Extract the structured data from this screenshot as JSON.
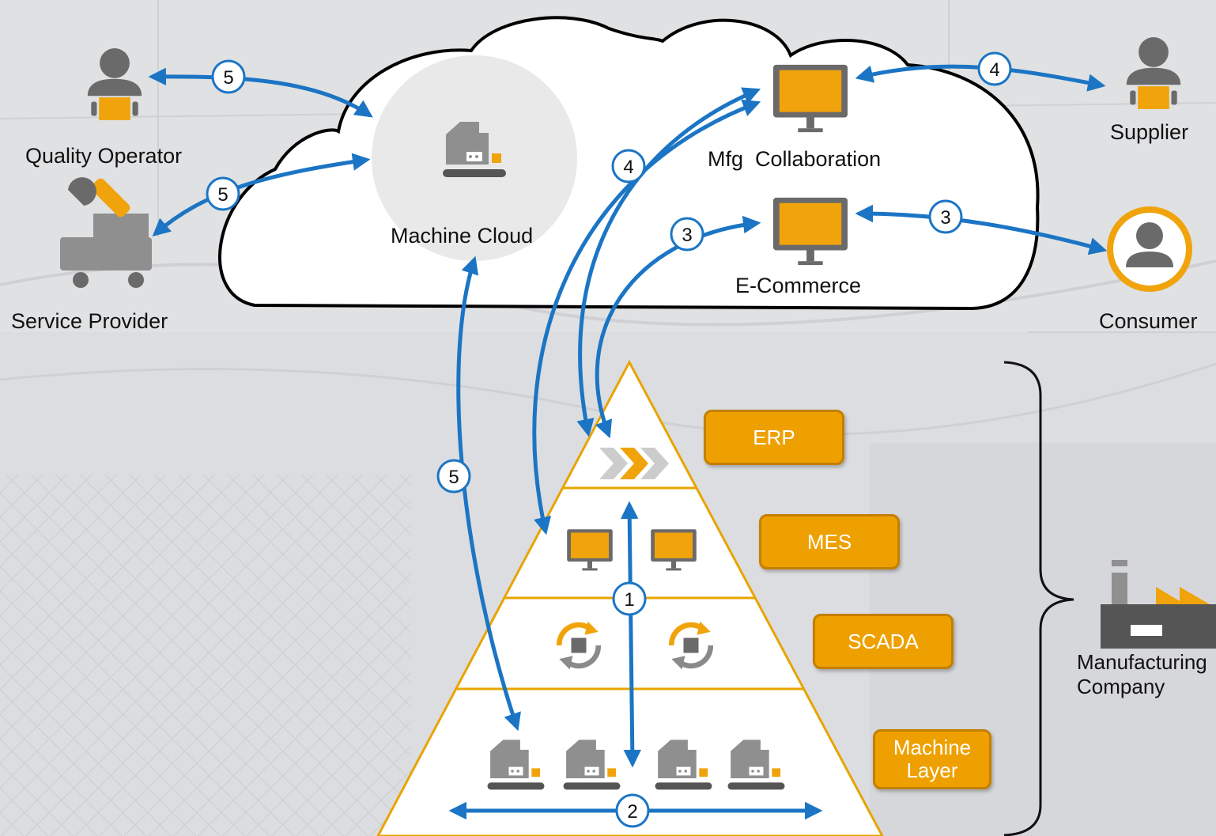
{
  "actors": {
    "quality_operator": "Quality Operator",
    "service_provider": "Service Provider",
    "supplier": "Supplier",
    "consumer": "Consumer",
    "manufacturing_company": "Manufacturing\nCompany"
  },
  "cloud": {
    "machine_cloud": "Machine Cloud",
    "mfg_collaboration": "Mfg  Collaboration",
    "e_commerce": "E-Commerce"
  },
  "layers": {
    "erp": "ERP",
    "mes": "MES",
    "scada": "SCADA",
    "machine_layer": "Machine\nLayer"
  },
  "flow_numbers": {
    "n1": "1",
    "n2": "2",
    "n3": "3",
    "n4": "4",
    "n5": "5"
  },
  "icons": [
    "person-icon",
    "tablet-icon",
    "wrench-truck-icon",
    "machine-icon",
    "monitor-icon",
    "chevrons-icon",
    "sync-cycle-icon",
    "factory-icon",
    "consumer-icon"
  ],
  "colors": {
    "arrow_blue": "#1b75c4",
    "accent_orange": "#f0a30a",
    "icon_gray": "#666666",
    "cloud_outline": "#000000"
  }
}
